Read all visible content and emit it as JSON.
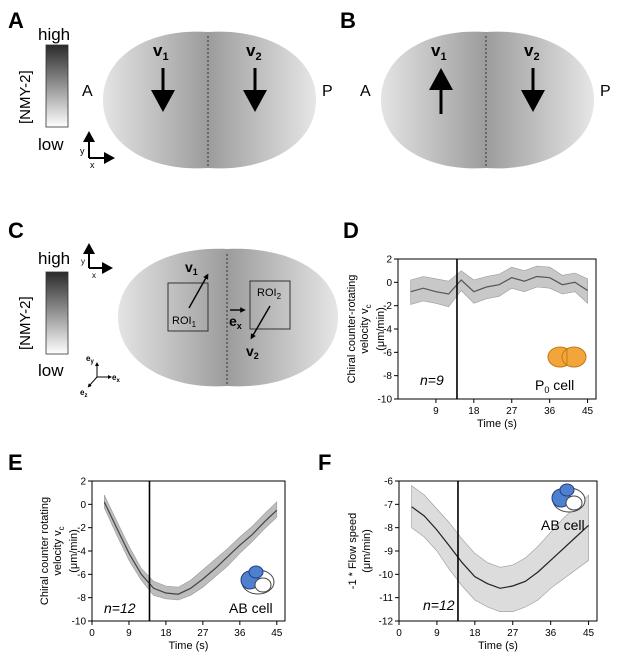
{
  "panels": {
    "A": {
      "letter": "A",
      "colorbar": {
        "high": "high",
        "low": "low",
        "label": "[NMY-2]"
      },
      "axes": {
        "y": "y",
        "x": "x"
      },
      "anterior": "A",
      "posterior": "P",
      "v1": "v",
      "v1_sub": "1",
      "v2": "v",
      "v2_sub": "2"
    },
    "B": {
      "letter": "B",
      "anterior": "A",
      "posterior": "P",
      "v1": "v",
      "v1_sub": "1",
      "v2": "v",
      "v2_sub": "2"
    },
    "C": {
      "letter": "C",
      "colorbar": {
        "high": "high",
        "low": "low",
        "label": "[NMY-2]"
      },
      "axes": {
        "y": "y",
        "x": "x"
      },
      "roi1": "ROI",
      "roi1_sub": "1",
      "roi2": "ROI",
      "roi2_sub": "2",
      "v1": "v",
      "v1_sub": "1",
      "v2": "v",
      "v2_sub": "2",
      "ex": "e",
      "ex_sub": "x",
      "triad": {
        "ey": "e",
        "ey_sub": "y",
        "ex": "e",
        "ex_sub": "x",
        "ez": "e",
        "ez_sub": "z"
      }
    }
  },
  "chart_data": [
    {
      "panel": "D",
      "type": "line",
      "ylabel_lines": [
        "Chiral counter-rotating",
        "velocity   v",
        "(μm/min)"
      ],
      "ylabel_sub": "c",
      "xlabel": "Time (s)",
      "xticks": [
        9,
        18,
        27,
        36,
        45
      ],
      "yticks": [
        2,
        0,
        -2,
        -4,
        -6,
        -8,
        -10
      ],
      "xlim": [
        0,
        47
      ],
      "ylim": [
        -10,
        2
      ],
      "vline_x": 14,
      "n_label": "n=9",
      "cell_label": "P",
      "cell_label_sub": "0",
      "cell_label_suffix": " cell",
      "x": [
        3,
        6,
        9,
        12,
        15,
        18,
        21,
        24,
        27,
        30,
        33,
        36,
        39,
        42,
        45
      ],
      "mean": [
        -0.8,
        -0.5,
        -0.8,
        -1.0,
        0.2,
        -0.8,
        -0.4,
        -0.2,
        0.4,
        0.1,
        0.5,
        0.4,
        -0.2,
        0.0,
        -0.7
      ],
      "band_upper": [
        0.2,
        0.5,
        0.3,
        0.1,
        1.0,
        0.2,
        0.5,
        0.7,
        1.3,
        1.0,
        1.4,
        1.3,
        0.6,
        0.8,
        0.3
      ],
      "band_lower": [
        -1.9,
        -1.6,
        -1.8,
        -2.1,
        -0.7,
        -1.8,
        -1.4,
        -1.2,
        -0.5,
        -0.8,
        -0.4,
        -0.5,
        -1.0,
        -0.8,
        -1.8
      ],
      "colors": {
        "line": "#555555",
        "band": "#c8c8c8"
      }
    },
    {
      "panel": "E",
      "type": "line",
      "ylabel_lines": [
        "Chiral counter rotating",
        "velocity   v",
        "(μm/min)"
      ],
      "ylabel_sub": "c",
      "xlabel": "Time (s)",
      "xticks": [
        0,
        9,
        18,
        27,
        36,
        45
      ],
      "yticks": [
        2,
        0,
        -2,
        -4,
        -6,
        -8,
        -10
      ],
      "xlim": [
        0,
        47
      ],
      "ylim": [
        -10,
        2
      ],
      "vline_x": 14,
      "n_label": "n=12",
      "cell_label": "AB cell",
      "x": [
        3,
        6,
        9,
        12,
        15,
        18,
        21,
        24,
        27,
        30,
        33,
        36,
        39,
        42,
        45
      ],
      "mean": [
        0.2,
        -2.0,
        -4.2,
        -6.0,
        -7.2,
        -7.6,
        -7.7,
        -7.2,
        -6.4,
        -5.5,
        -4.5,
        -3.5,
        -2.6,
        -1.5,
        -0.5
      ],
      "band_upper": [
        0.8,
        -1.4,
        -3.6,
        -5.5,
        -6.6,
        -7.0,
        -7.1,
        -6.5,
        -5.6,
        -4.7,
        -3.8,
        -2.8,
        -1.9,
        -0.8,
        0.2
      ],
      "band_lower": [
        -0.3,
        -2.6,
        -4.8,
        -6.5,
        -7.8,
        -8.1,
        -8.2,
        -7.8,
        -7.1,
        -6.2,
        -5.3,
        -4.2,
        -3.2,
        -2.1,
        -1.1
      ],
      "colors": {
        "line": "#444444",
        "band": "#bdbdbd"
      }
    },
    {
      "panel": "F",
      "type": "line",
      "ylabel_lines": [
        "-1 * Flow speed",
        "(μm/min)"
      ],
      "xlabel": "Time (s)",
      "xticks": [
        0,
        9,
        18,
        27,
        36,
        45
      ],
      "yticks": [
        -6,
        -7,
        -8,
        -9,
        -10,
        -11,
        -12
      ],
      "xlim": [
        0,
        47
      ],
      "ylim": [
        -12,
        -6
      ],
      "vline_x": 14,
      "n_label": "n=12",
      "cell_label": "AB cell",
      "x": [
        3,
        6,
        9,
        12,
        15,
        18,
        21,
        24,
        27,
        30,
        33,
        36,
        39,
        42,
        45
      ],
      "mean": [
        -7.1,
        -7.5,
        -8.1,
        -8.8,
        -9.5,
        -10.1,
        -10.4,
        -10.6,
        -10.5,
        -10.3,
        -9.9,
        -9.4,
        -8.9,
        -8.4,
        -7.9
      ],
      "band_upper": [
        -6.2,
        -6.6,
        -7.2,
        -7.8,
        -8.5,
        -9.1,
        -9.5,
        -9.7,
        -9.6,
        -9.3,
        -8.8,
        -8.2,
        -7.6,
        -7.1,
        -6.6
      ],
      "band_lower": [
        -8.0,
        -8.4,
        -9.0,
        -9.8,
        -10.5,
        -11.1,
        -11.4,
        -11.6,
        -11.6,
        -11.4,
        -11.1,
        -10.6,
        -10.2,
        -9.8,
        -9.4
      ],
      "colors": {
        "line": "#222222",
        "band": "#dcdcdc"
      }
    }
  ],
  "panel_letters": {
    "D": "D",
    "E": "E",
    "F": "F"
  },
  "colors": {
    "orange": "#f2a53b",
    "blue": "#4f7fcf",
    "cell_gray_dark": "#9a9a9a",
    "cell_gray_light": "#e6e6e6"
  }
}
